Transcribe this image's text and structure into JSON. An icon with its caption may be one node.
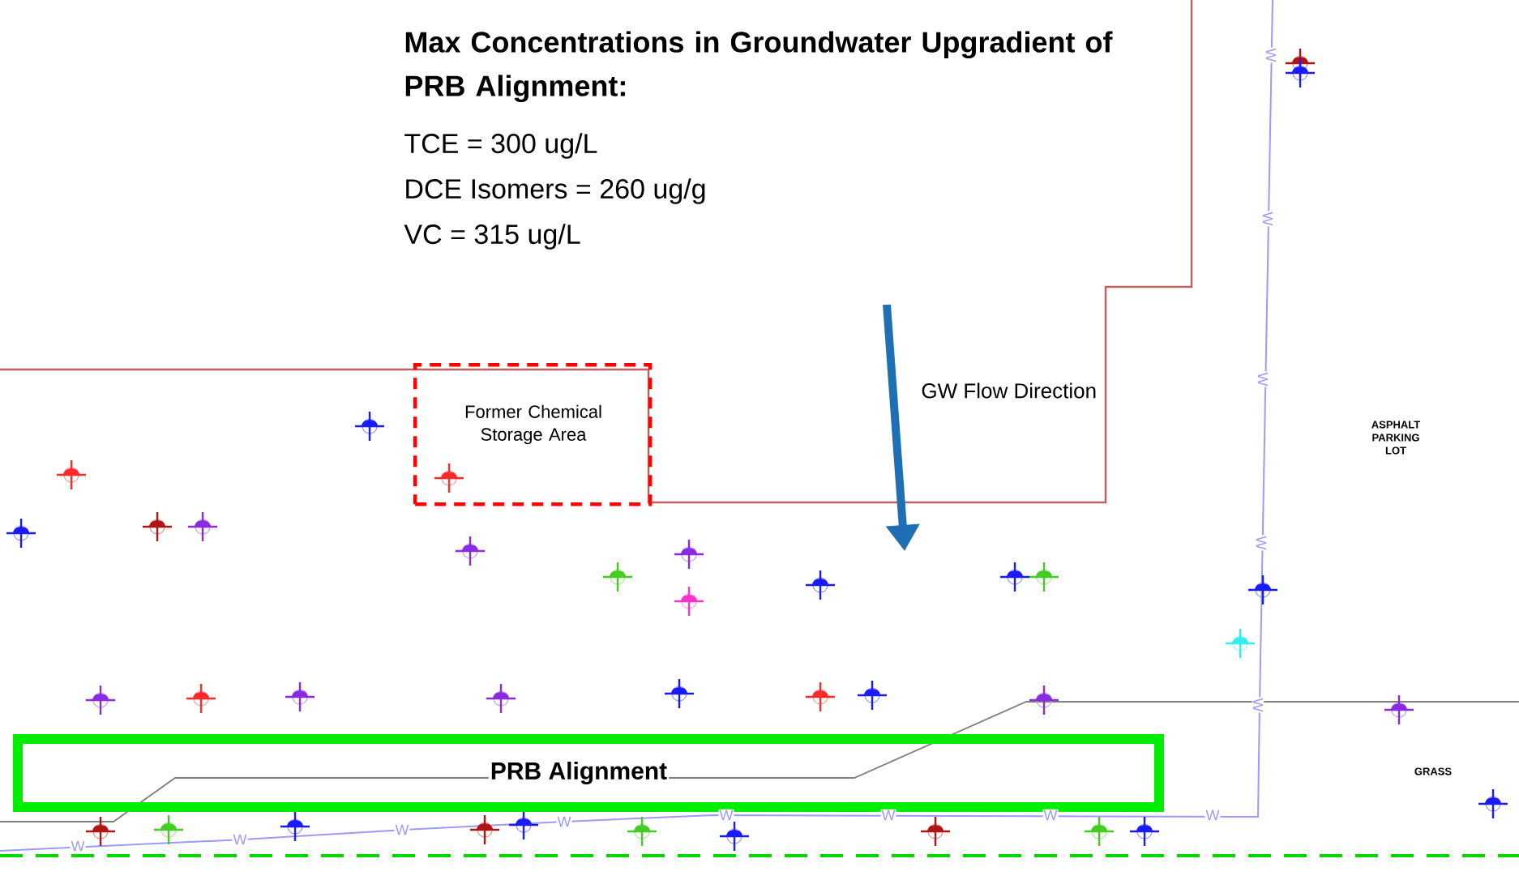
{
  "diagram": {
    "title": "Max Concentrations in Groundwater Upgradient of PRB Alignment:",
    "nodes": [
      {
        "text": [
          "Former Chemical Storage Area"
        ]
      },
      {
        "text": [
          "PRB Alignment"
        ]
      }
    ],
    "labels": [
      "TCE = 300 ug/L",
      "DCE Isomers = 260 ug/g",
      "VC = 315 ug/L",
      "W",
      "W",
      "GW Flow Direction",
      "W",
      "ASPHALT PARKING LOT",
      "W",
      "W",
      "GRASS",
      "W",
      "W",
      "W",
      "W",
      "W",
      "W",
      "W",
      "W"
    ]
  }
}
